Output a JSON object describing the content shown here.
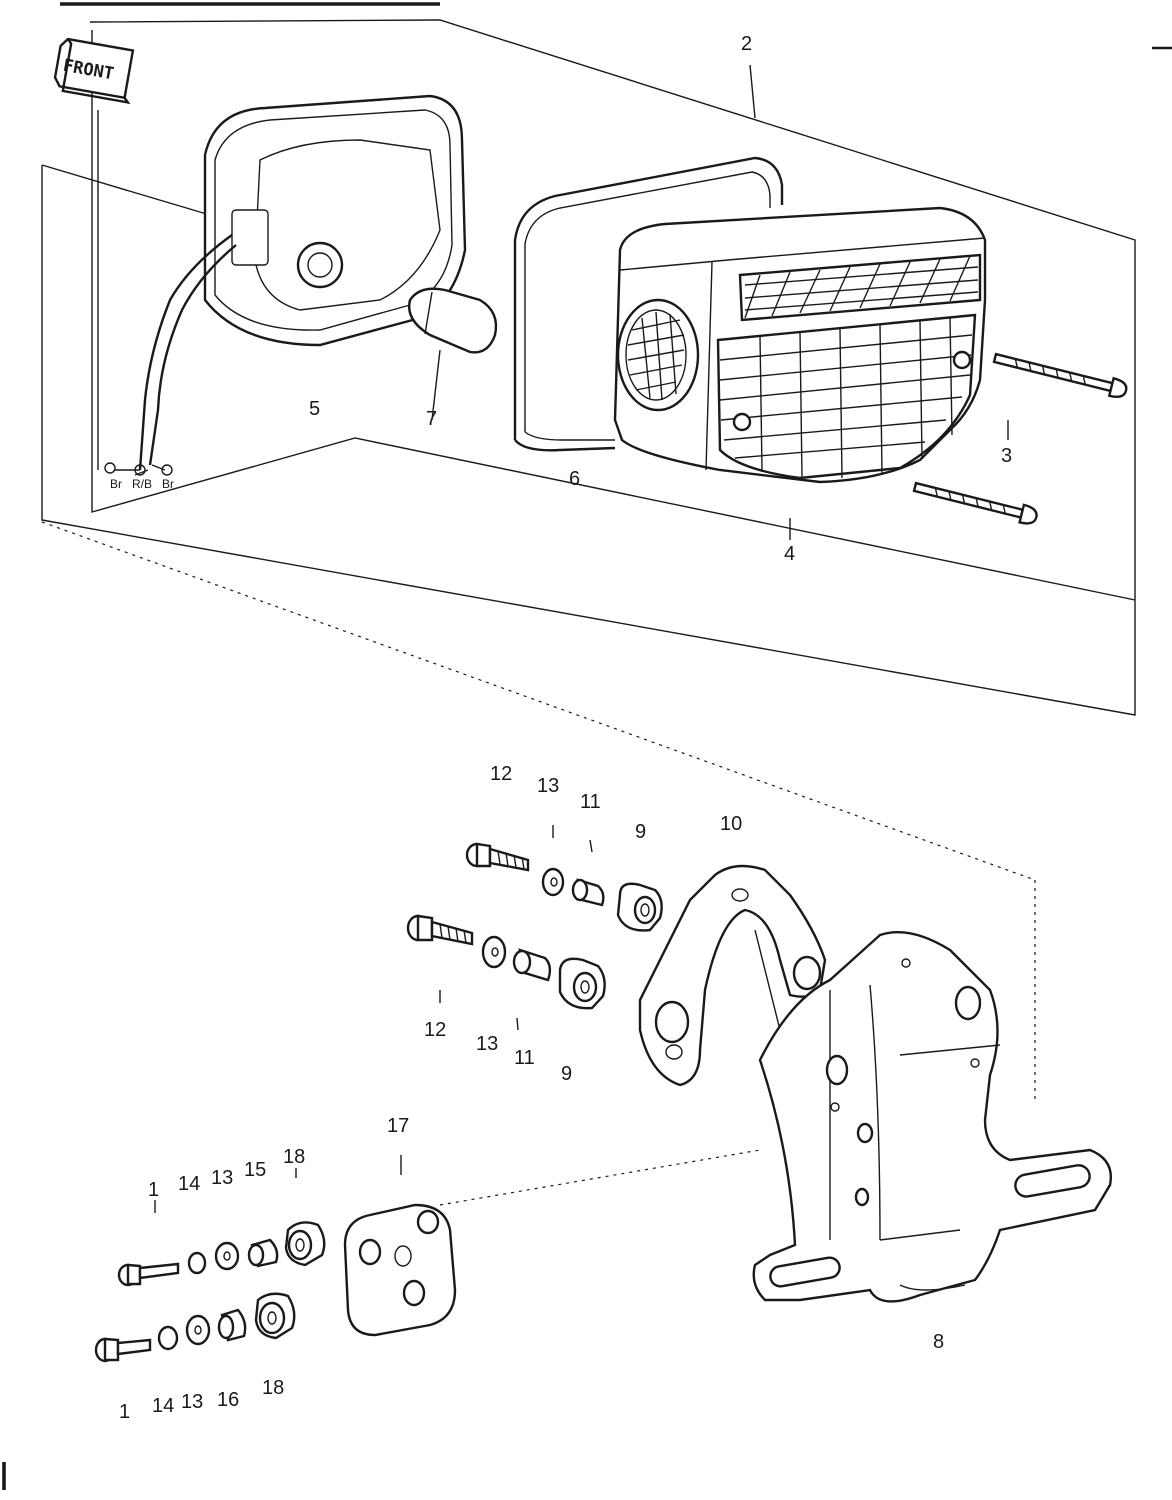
{
  "front_label": "FRONT",
  "wire_labels": [
    "Br",
    "R/B",
    "Br"
  ],
  "callouts": [
    {
      "id": "c-2",
      "text": "2"
    },
    {
      "id": "c-5",
      "text": "5"
    },
    {
      "id": "c-7",
      "text": "7"
    },
    {
      "id": "c-6",
      "text": "6"
    },
    {
      "id": "c-3",
      "text": "3"
    },
    {
      "id": "c-4",
      "text": "4"
    },
    {
      "id": "c-12a",
      "text": "12"
    },
    {
      "id": "c-13a",
      "text": "13"
    },
    {
      "id": "c-11a",
      "text": "11"
    },
    {
      "id": "c-9a",
      "text": "9"
    },
    {
      "id": "c-10",
      "text": "10"
    },
    {
      "id": "c-12b",
      "text": "12"
    },
    {
      "id": "c-13b",
      "text": "13"
    },
    {
      "id": "c-11b",
      "text": "11"
    },
    {
      "id": "c-9b",
      "text": "9"
    },
    {
      "id": "c-17",
      "text": "17"
    },
    {
      "id": "c-1a",
      "text": "1"
    },
    {
      "id": "c-14a",
      "text": "14"
    },
    {
      "id": "c-13c",
      "text": "13"
    },
    {
      "id": "c-15",
      "text": "15"
    },
    {
      "id": "c-18a",
      "text": "18"
    },
    {
      "id": "c-1b",
      "text": "1"
    },
    {
      "id": "c-14b",
      "text": "14"
    },
    {
      "id": "c-13d",
      "text": "13"
    },
    {
      "id": "c-16",
      "text": "16"
    },
    {
      "id": "c-18b",
      "text": "18"
    },
    {
      "id": "c-8",
      "text": "8"
    }
  ]
}
